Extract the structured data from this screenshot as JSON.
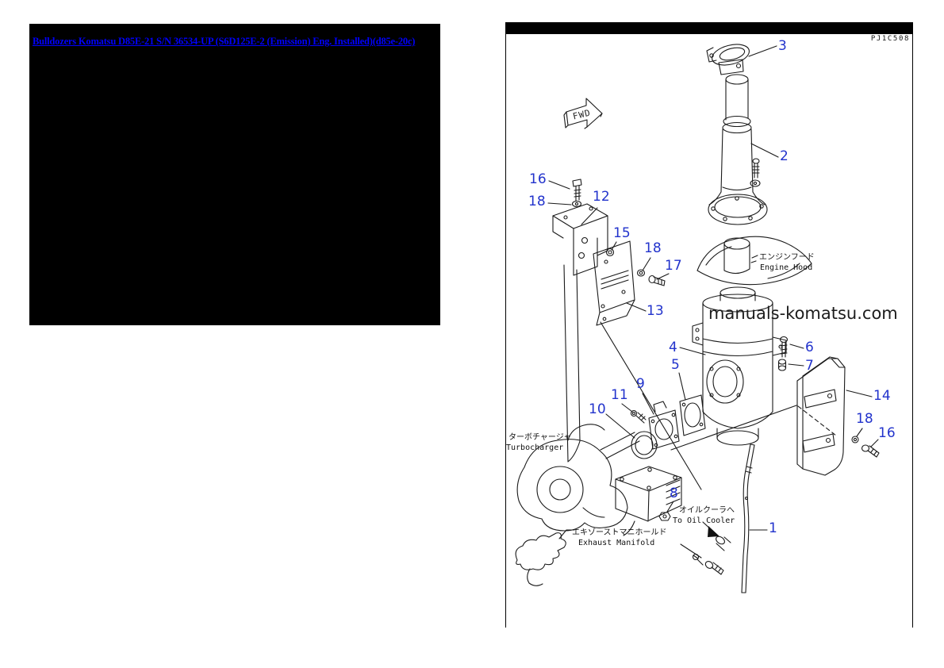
{
  "header": {
    "breadcrumb_link": "Bulldozers Komatsu D85E-21 S/N 36534-UP (S6D125E-2 (Emission) Eng. Installed)(d85e-20c)"
  },
  "diagram": {
    "plate_code": "PJ1C508",
    "watermark": "manuals-komatsu.com",
    "fwd_label": "FWD",
    "annotations": {
      "engine_hood": {
        "jp": "エンジンフード",
        "en": "Engine Hood"
      },
      "turbocharger": {
        "jp": "ターボチャージャ",
        "en": "Turbocharger"
      },
      "to_oil_cooler": {
        "jp": "オイルクーラへ",
        "en": "To Oil Cooler"
      },
      "exhaust_manifold": {
        "jp": "エキゾーストマニホールド",
        "en": "Exhaust Manifold"
      }
    },
    "part_labels": [
      "3",
      "2",
      "16",
      "18",
      "12",
      "15",
      "18",
      "17",
      "13",
      "4",
      "5",
      "6",
      "7",
      "14",
      "18",
      "16",
      "9",
      "11",
      "10",
      "8",
      "1"
    ],
    "colors": {
      "part_label_blue": "#2233cc",
      "link_blue": "#0000ff",
      "panel_black": "#000000",
      "line_art": "#1a1a1a"
    }
  }
}
